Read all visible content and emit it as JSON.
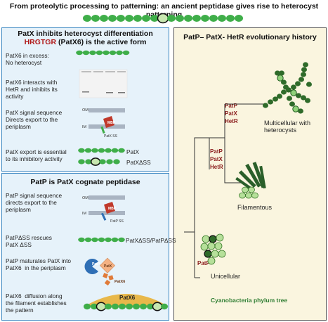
{
  "title": "From proteolytic processing to patterning: an ancient peptidase gives rise to heterocyst patterning",
  "left_top": {
    "heading_line1": "PatX inhibits heterocyst differentiation",
    "heading_highlight": "HRGTGR",
    "heading_line2_rest": " (PatX6) is the active form",
    "row1_text": "PatX6 in excess:\nNo heterocyst",
    "row2_text": "PatX6 interacts with\nHetR and inhibits its\nactivity",
    "row3_text": "PatX signal sequence\nDirects export to the\nperiplasm",
    "row3_om": "OM",
    "row3_im": "IM",
    "row3_mbp": "MBP",
    "row3_ss": "PatX SS",
    "row4_text": "PatX export is essential\nto its inhibitory activity",
    "row4_label1": "PatX",
    "row4_label2": "PatXΔSS"
  },
  "left_bottom": {
    "heading": "PatP is PatX cognate peptidase",
    "row1_text": "PatP signal sequence\ndirects export to the\nperiplasm",
    "row1_om": "OM",
    "row1_im": "IM",
    "row1_mbp": "MBP",
    "row1_ss": "PatP SS",
    "row2_text": "PatPΔSS rescues\nPatX ΔSS",
    "row2_label": "PatXΔSS/PatPΔSS",
    "row3_text": "PatP maturates PatX into\nPatX6  in the periplasm",
    "row3_patp": "PatP",
    "row3_patx": "PatX",
    "row3_patx6": "PatX6",
    "row4_text": "PatX6  diffusion along\nthe filament establishes\nthe pattern",
    "row4_patx6": "PatX6"
  },
  "right": {
    "heading": "PatP– PatX- HetR evolutionary history",
    "tree_label_top": [
      "PatP",
      "PatX",
      "HetR"
    ],
    "tree_label_mid": [
      "PatP",
      "PatX",
      "HetR"
    ],
    "tree_label_bottom": "PatP",
    "multicellular": "Multicellular with\nheterocysts",
    "filamentous": "Filamentous",
    "unicellular": "Unicellular",
    "footer": "Cyanobacteria phylum tree"
  },
  "colors": {
    "cell_green": "#3fae49",
    "heterocyst_fill": "#c8e6b0",
    "panel_blue": "#e6f2fa",
    "panel_border_blue": "#3d88c2",
    "right_bg": "#faf5df",
    "label_red": "#b01818",
    "footer_green": "#2e7d32",
    "mbp_red": "#c0392b",
    "patp_blue": "#2f6fb5",
    "patx_peach": "#f4b183",
    "patx6_orange": "#e07b39",
    "gradient_gold": "#e8b84a"
  }
}
